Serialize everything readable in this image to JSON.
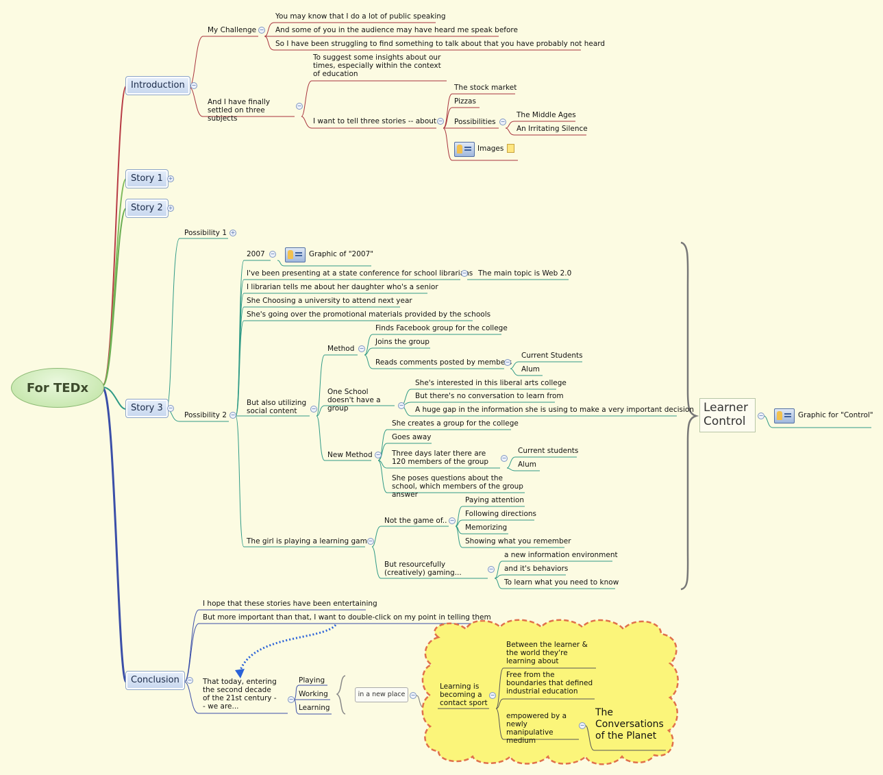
{
  "root": {
    "label": "For TEDx"
  },
  "introduction": {
    "label": "Introduction",
    "my_challenge": {
      "label": "My Challenge",
      "items": [
        "You may know that I do a lot of public speaking",
        "And some of you in the audience may have heard me speak before",
        "So I have been struggling to find something to talk about that you have probably not heard"
      ]
    },
    "settled": {
      "label": "And I have finally settled on three subjects",
      "suggest": "To suggest some insights about our times, especially within the context of education",
      "three_stories": {
        "label": "I want to tell three stories -- about",
        "stock_market": "The stock market",
        "pizzas": "Pizzas",
        "possibilities": {
          "label": "Possibilities",
          "items": [
            "The Middle Ages",
            "An Irritating Silence"
          ]
        },
        "images": "Images"
      }
    }
  },
  "story1": {
    "label": "Story 1"
  },
  "story2": {
    "label": "Story 2"
  },
  "story3": {
    "label": "Story 3",
    "possibility1": "Possibility 1",
    "possibility2": {
      "label": "Possibility 2",
      "y2007": "2007",
      "graphic2007": "Graphic of \"2007\"",
      "presenting": "I've been presenting at a state conference for school librarians",
      "main_topic": "The main topic is Web 2.0",
      "librarian": "I librarian tells me about her daughter who's a senior",
      "choosing": "She Choosing a university to attend next year",
      "going_over": "She's going over the promotional materials provided by the schools",
      "social": {
        "label": "But also utilizing social content",
        "method": {
          "label": "Method",
          "finds": "Finds Facebook group for the college",
          "joins": "Joins the group",
          "reads": {
            "label": "Reads comments posted by members",
            "items": [
              "Current Students",
              "Alum"
            ]
          }
        },
        "one_school": {
          "label": "One School doesn't have a group",
          "items": [
            "She's interested in this liberal arts college",
            "But there's no conversation to learn from",
            "A huge gap in the information she is using to make a very important decision"
          ]
        },
        "new_method": {
          "label": "New Method",
          "creates": "She creates a group for the college",
          "goes_away": "Goes away",
          "three_days": {
            "label": "Three days later there are 120 members of the group",
            "items": [
              "Current students",
              "Alum"
            ]
          },
          "poses": "She poses questions about the school, which members of the group answer"
        }
      },
      "game": {
        "label": "The girl is playing a learning game",
        "not_game": {
          "label": "Not the game of..",
          "items": [
            "Paying attention",
            "Following directions",
            "Memorizing",
            "Showing what you remember"
          ]
        },
        "resourcefully": {
          "label": "But resourcefully (creatively) gaming...",
          "items": [
            "a new information environment",
            "and it's behaviors",
            "To learn what you need to know"
          ]
        }
      }
    }
  },
  "learner_control": {
    "label": "Learner Control",
    "graphic": "Graphic for \"Control\""
  },
  "conclusion": {
    "label": "Conclusion",
    "hope": "I hope that these stories have been entertaining",
    "more_important": "But more important than that, I want to double-click on my point in telling them",
    "today": "That today, entering the second decade of the 21st century -- we are...",
    "activities": [
      "Playing",
      "Working",
      "Learning"
    ],
    "new_place": "in a new place",
    "contact_sport": "Learning is becoming a contact sport",
    "cloud_items": [
      "Between the learner & the world they're learning about",
      "Free from the boundaries that defined industrial education",
      "empowered by a newly manipulative medium"
    ],
    "conversations": "The Conversations of the Planet"
  },
  "colors": {
    "background": "#fcfbe2",
    "intro_branch": "#a8323c",
    "story_branch": "#5aa84a",
    "story3_branch": "#2f9a86",
    "conclusion_branch": "#3a4ea8",
    "cloud_fill": "#fbf57a",
    "cloud_border": "#e0704a"
  }
}
